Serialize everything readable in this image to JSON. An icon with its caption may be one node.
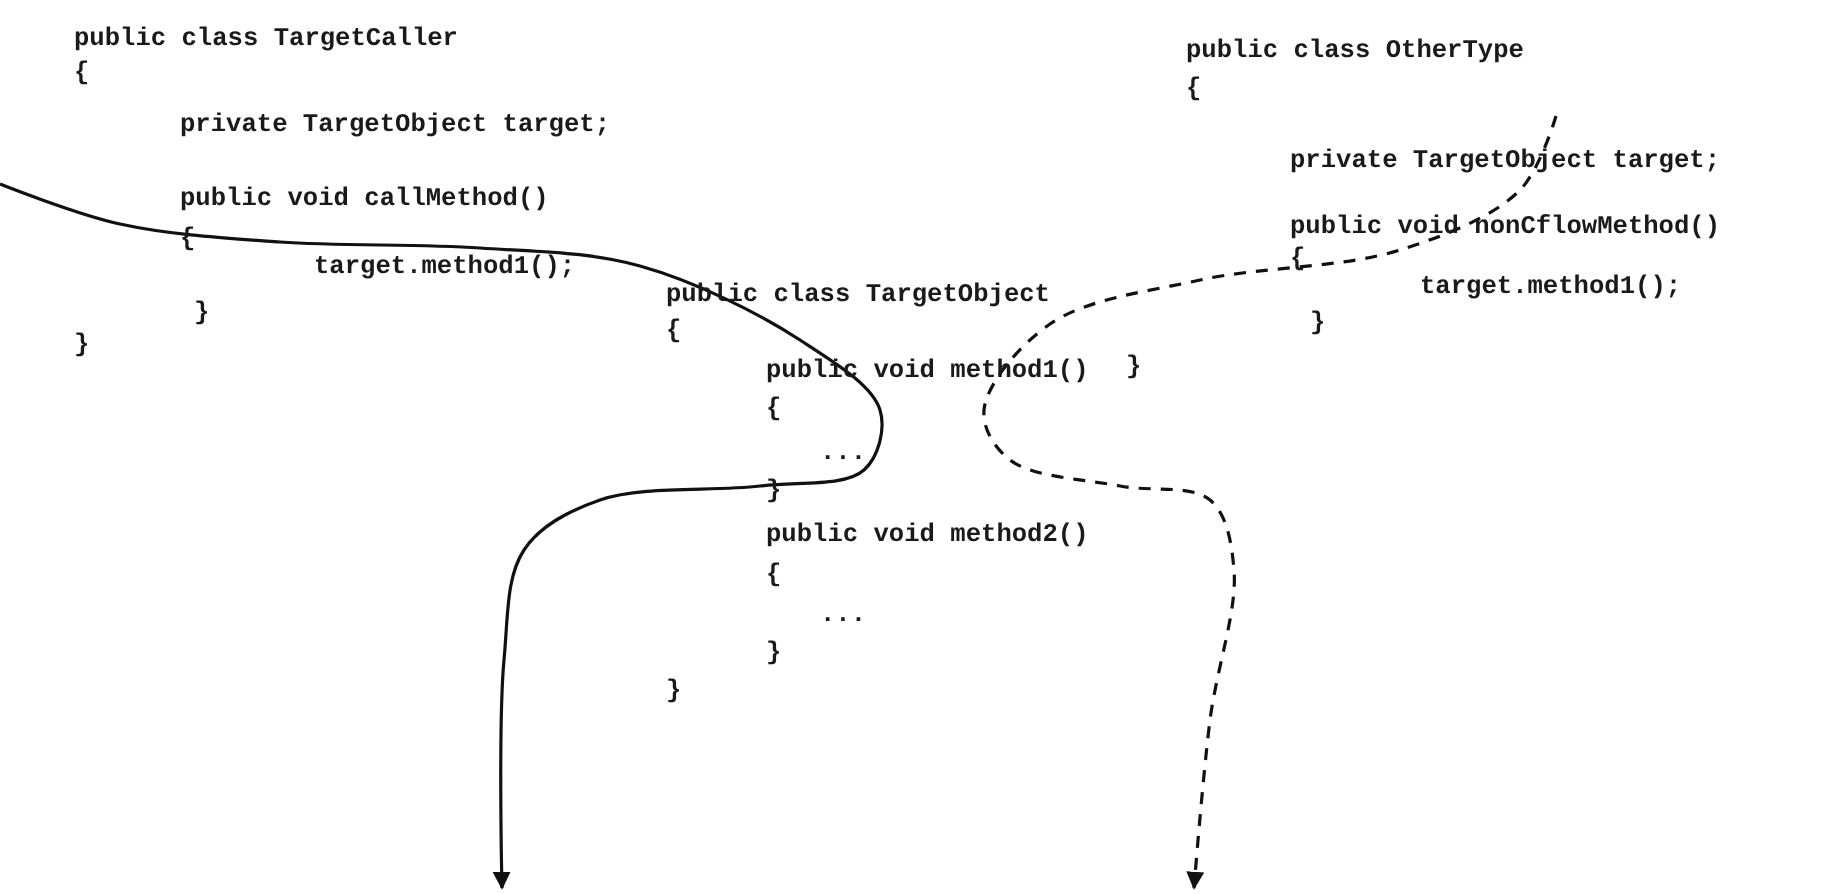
{
  "diagram": {
    "labels": [
      "public class TargetCaller",
      "{",
      "private TargetObject target;",
      "public void callMethod()",
      "{",
      "target.method1();",
      "}",
      "}",
      "public class OtherType",
      "{",
      "private TargetObject target;",
      "public void nonCflowMethod()",
      "{",
      "target.method1();",
      "}",
      "}",
      "public class TargetObject",
      "{",
      "public void method1()",
      "{",
      "...",
      "}",
      "public void method2()",
      "{",
      "...",
      "}",
      "}"
    ]
  }
}
